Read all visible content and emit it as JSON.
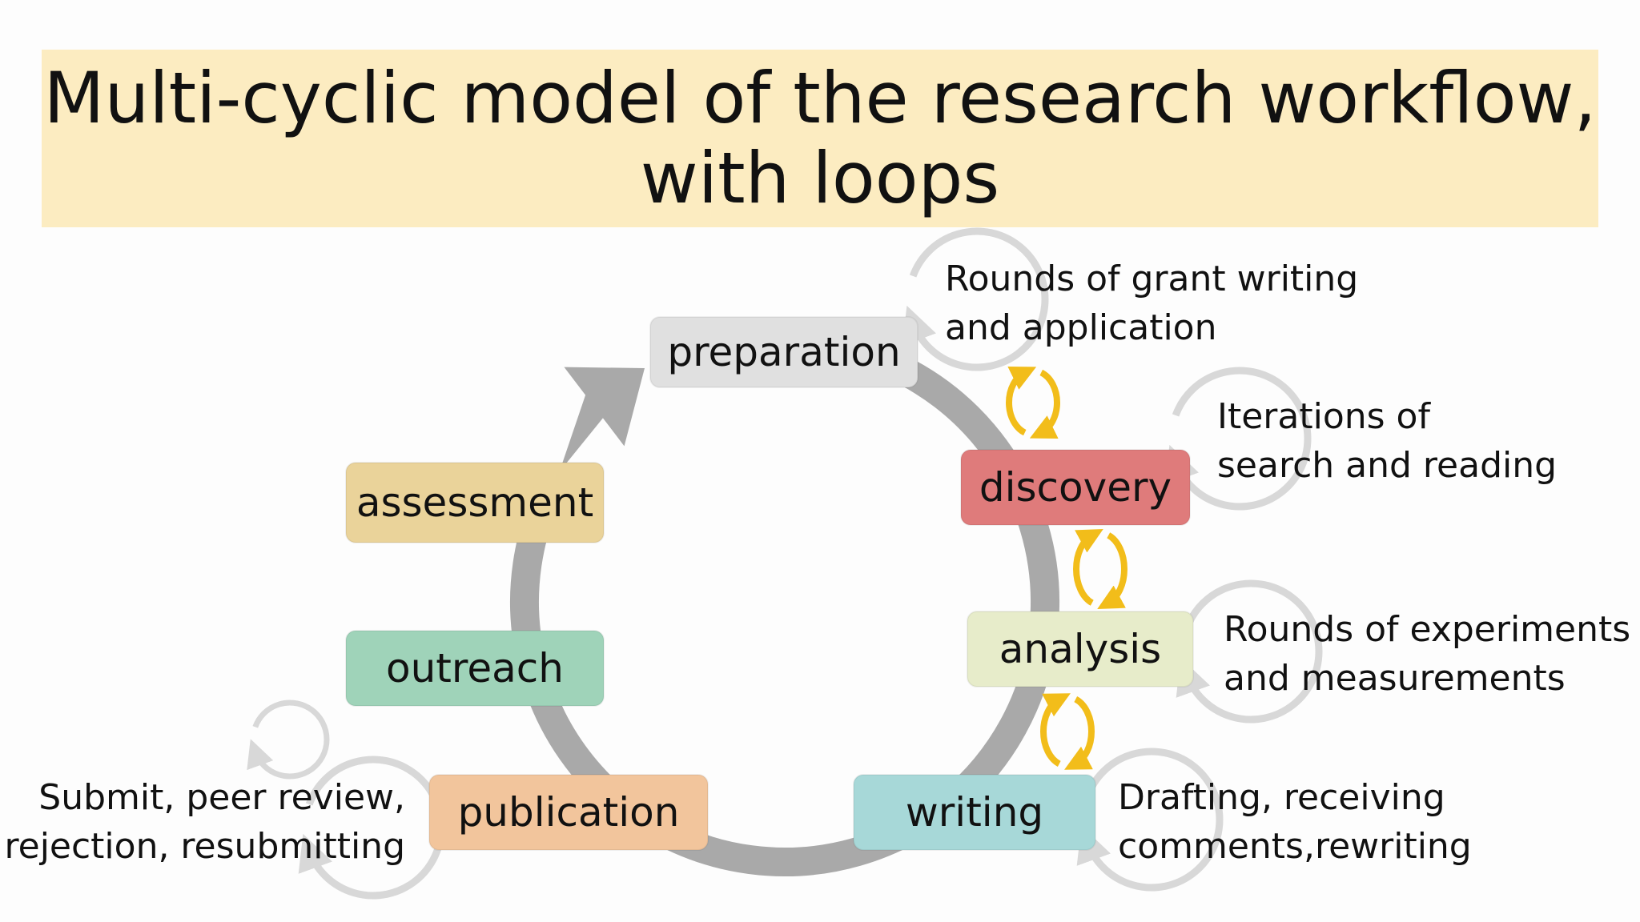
{
  "title": "Multi-cyclic model of the research workflow, with loops",
  "colors": {
    "banner": "#fcecc1",
    "cycle_arrow": "#a9a9a9",
    "loop_ring": "#d8d8d8",
    "exchange_arrow": "#f2bd1a"
  },
  "stages": [
    {
      "id": "preparation",
      "label": "preparation",
      "color": "#e0e0e0"
    },
    {
      "id": "discovery",
      "label": "discovery",
      "color": "#df7b7b"
    },
    {
      "id": "analysis",
      "label": "analysis",
      "color": "#e7ecca"
    },
    {
      "id": "writing",
      "label": "writing",
      "color": "#a7d8d8"
    },
    {
      "id": "publication",
      "label": "publication",
      "color": "#f2c59c"
    },
    {
      "id": "outreach",
      "label": "outreach",
      "color": "#9fd3b9"
    },
    {
      "id": "assessment",
      "label": "assessment",
      "color": "#ead39a"
    }
  ],
  "loop_notes": [
    {
      "stage": "preparation",
      "lines": [
        "Rounds of grant writing",
        "and application"
      ]
    },
    {
      "stage": "discovery",
      "lines": [
        "Iterations of",
        "search and reading"
      ]
    },
    {
      "stage": "analysis",
      "lines": [
        "Rounds of experiments",
        "and measurements"
      ]
    },
    {
      "stage": "writing",
      "lines": [
        "Drafting, receiving",
        "comments,rewriting"
      ]
    },
    {
      "stage": "publication",
      "lines": [
        "Submit, peer review,",
        "rejection, resubmitting"
      ]
    }
  ]
}
